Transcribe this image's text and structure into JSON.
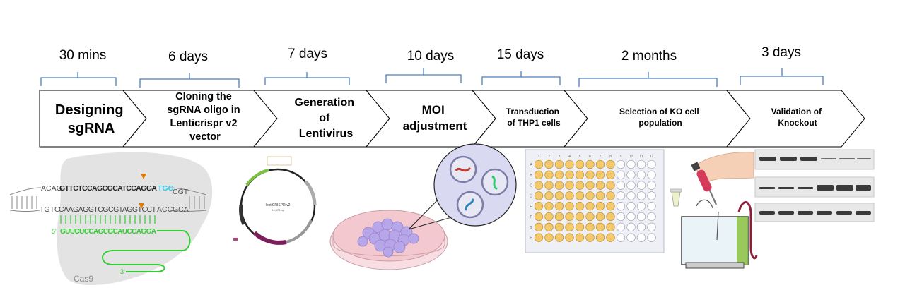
{
  "durations": [
    "30 mins",
    "6 days",
    "7 days",
    "10 days",
    "15 days",
    "2 months",
    "3 days"
  ],
  "steps": [
    {
      "lines": [
        "Designing",
        "sgRNA"
      ]
    },
    {
      "lines": [
        "Cloning the",
        "sgRNA oligo in",
        "Lenticrispr v2",
        "vector"
      ]
    },
    {
      "lines": [
        "Generation",
        "of",
        "Lentivirus"
      ]
    },
    {
      "lines": [
        "MOI",
        "adjustment"
      ]
    },
    {
      "lines": [
        "Transduction",
        "of THP1 cells"
      ]
    },
    {
      "lines": [
        "Selection of KO cell",
        "population"
      ]
    },
    {
      "lines": [
        "Validation of",
        "Knockout"
      ]
    }
  ],
  "sgrna": {
    "top_left": "ACAG",
    "top_target": "GTTCTCCAGCGCATCCAGGA",
    "top_pam": "TGG",
    "top_right": "CGT",
    "bottom_left": "TGTC",
    "bottom_seq": "CAAGAGGTCGCGTAGGTCCT",
    "bottom_mid": "ACC",
    "bottom_right": "GCA",
    "guide": "GUUCUCCAGCGCAUCCAGGA",
    "five_prime": "5'",
    "three_prime": "3'",
    "protein": "Cas9"
  },
  "plasmid": {
    "name": "lentiCRISPR v2",
    "size": "14,873 bp"
  },
  "plate": {
    "columns": [
      "1",
      "2",
      "3",
      "4",
      "5",
      "6",
      "7",
      "8",
      "9",
      "10",
      "11",
      "12"
    ],
    "rows": [
      "A",
      "B",
      "C",
      "D",
      "E",
      "F",
      "G",
      "H"
    ]
  },
  "colors": {
    "guide_green": "#33cc33",
    "pam_blue": "#33ccee",
    "cut_orange": "#e07b00",
    "bracket_blue": "#4a7fc1",
    "cas9_gray": "#e3e3e3",
    "well_orange": "#f3c96b",
    "dish_pink": "#f4c8cf",
    "cell_purple": "#b7a6e8",
    "virus_bg": "#d9d9f2",
    "gel_band": "#3a3a3a"
  }
}
